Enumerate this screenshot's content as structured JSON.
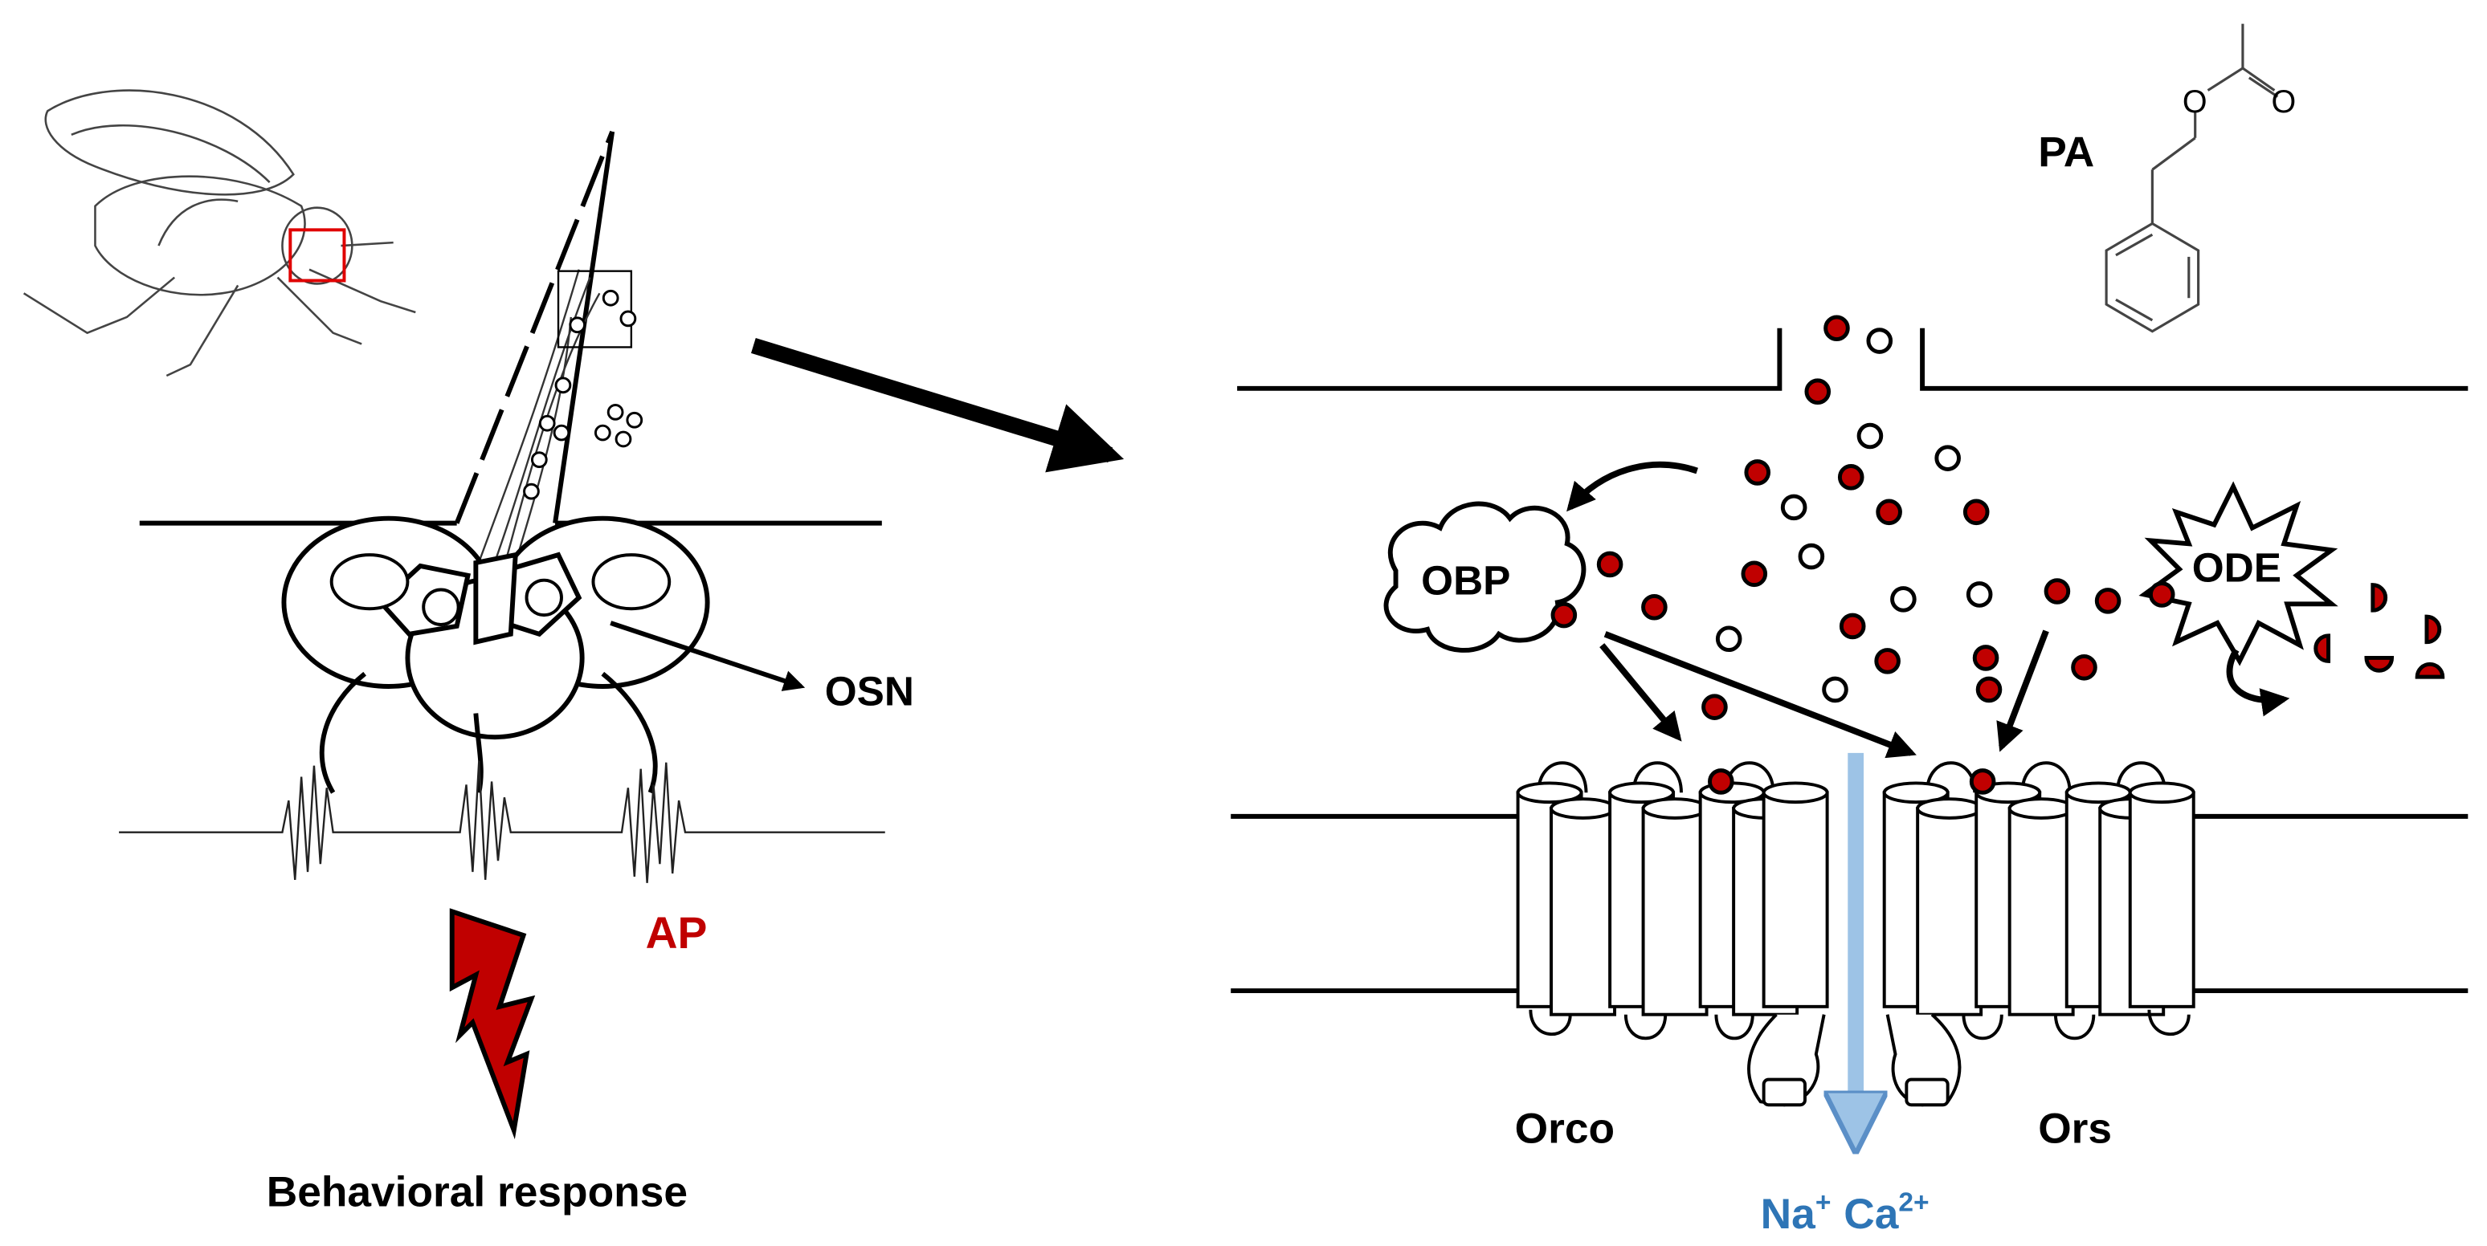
{
  "labels": {
    "osn": "OSN",
    "ap": "AP",
    "behavior": "Behavioral response",
    "pa": "PA",
    "obp": "OBP",
    "ode": "ODE",
    "orco": "Orco",
    "ors": "Ors",
    "ion_na": "Na",
    "ion_na_sup": "+",
    "ion_ca": "Ca",
    "ion_ca_sup": "2+"
  },
  "colors": {
    "ink": "#000000",
    "odorant_red": "#c00000",
    "ion_blue": "#2e75b6",
    "channel_blue": "#9dc3e6",
    "highlight_box": "#e00000"
  }
}
